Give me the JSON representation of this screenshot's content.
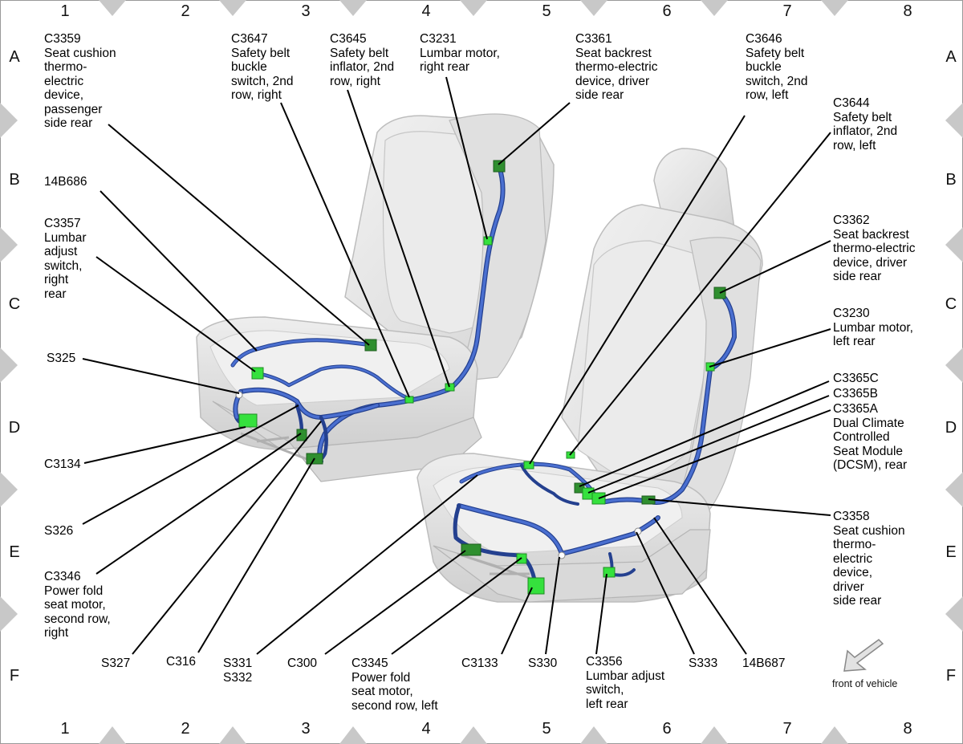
{
  "grid": {
    "columns": [
      "1",
      "2",
      "3",
      "4",
      "5",
      "6",
      "7",
      "8"
    ],
    "rows": [
      "A",
      "B",
      "C",
      "D",
      "E",
      "F"
    ]
  },
  "labels": {
    "c3359": "C3359\nSeat cushion\nthermo-\nelectric\ndevice,\npassenger\nside rear",
    "c3647": "C3647\nSafety belt\nbuckle\nswitch, 2nd\nrow, right",
    "c3645": "C3645\nSafety belt\ninflator, 2nd\nrow, right",
    "c3231": "C3231\nLumbar motor,\nright rear",
    "c3361": "C3361\nSeat backrest\nthermo-electric\ndevice, driver\nside rear",
    "c3646": "C3646\nSafety belt\nbuckle\nswitch, 2nd\nrow, left",
    "c3644": "C3644\nSafety belt\ninflator, 2nd\nrow, left",
    "b14b686": "14B686",
    "c3357": "C3357\nLumbar\nadjust\nswitch,\nright\nrear",
    "c3362": "C3362\nSeat backrest\nthermo-electric\ndevice, driver\nside rear",
    "c3230": "C3230\nLumbar motor,\nleft rear",
    "s325": "S325",
    "c3365c": "C3365C",
    "c3365b": "C3365B",
    "c3365a": "C3365A\nDual Climate\nControlled\nSeat Module\n(DCSM), rear",
    "c3134": "C3134",
    "s326": "S326",
    "c3358": "C3358\nSeat cushion\nthermo-\nelectric\ndevice,\ndriver\nside rear",
    "c3346": "C3346\nPower fold\nseat motor,\nsecond row,\nright",
    "s327": "S327",
    "c316": "C316",
    "s331": "S331\nS332",
    "c300": "C300",
    "c3345": "C3345\nPower fold\nseat motor,\nsecond row, left",
    "c3133": "C3133",
    "s330": "S330",
    "c3356": "C3356\nLumbar adjust\nswitch,\nleft rear",
    "s333": "S333",
    "b14b687": "14B687"
  },
  "front_of_vehicle": "front of vehicle",
  "colors": {
    "harness": "#3f63c8",
    "harness_dark": "#24408f",
    "connector_light": "#35e13d",
    "connector_dark": "#2f8f2f",
    "seat_fill": "#e6e6e6",
    "seat_edge": "#bdbdbd",
    "border_triangle": "#c8c8c8"
  }
}
